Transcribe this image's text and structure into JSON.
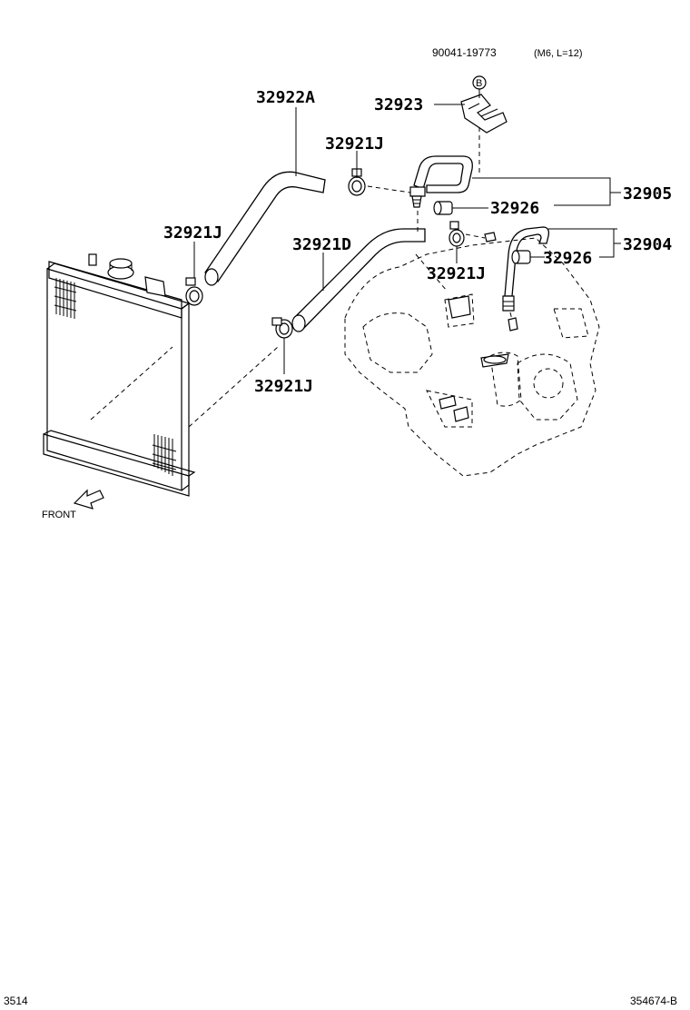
{
  "parts": {
    "bolt_ref": "90041-19773",
    "bolt_spec": "(M6, L=12)",
    "marker_b": "B",
    "p32922A": "32922A",
    "p32923": "32923",
    "p32921J_top": "32921J",
    "p32905": "32905",
    "p32926_upper": "32926",
    "p32921J_left": "32921J",
    "p32921D": "32921D",
    "p32904": "32904",
    "p32926_lower": "32926",
    "p32921J_mid": "32921J",
    "p32921J_bottom": "32921J"
  },
  "labels": {
    "front": "FRONT"
  },
  "footer": {
    "page_code": "3514",
    "drawing_code": "354674-B"
  }
}
